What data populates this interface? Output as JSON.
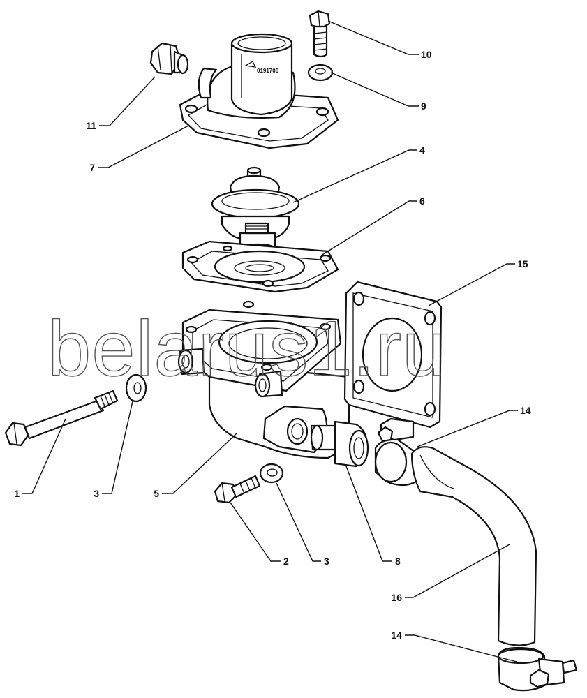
{
  "watermark": "belarus1.ru",
  "part_marking": "0191700",
  "colors": {
    "line": "#111111",
    "background": "#ffffff",
    "watermark_outline": "#555555"
  },
  "callouts": {
    "c1": "1",
    "c2": "2",
    "c3a": "3",
    "c3b": "3",
    "c4": "4",
    "c5": "5",
    "c6": "6",
    "c7": "7",
    "c8": "8",
    "c9": "9",
    "c10": "10",
    "c11": "11",
    "c14a": "14",
    "c14b": "14",
    "c15": "15",
    "c16": "16"
  }
}
